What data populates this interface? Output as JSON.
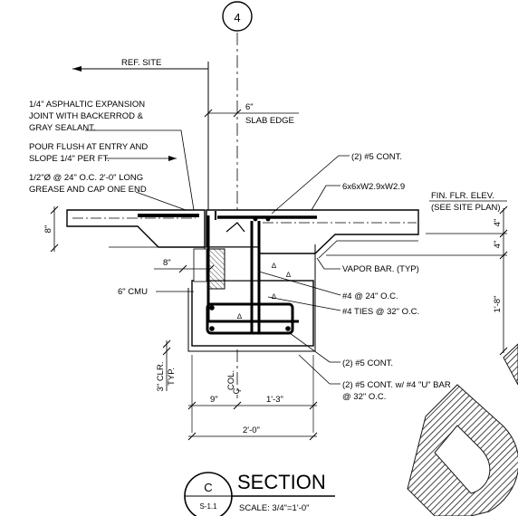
{
  "grid": {
    "bubble": "4"
  },
  "labels": {
    "ref_site": "REF. SITE",
    "expansion_1": "1/4\" ASPHALTIC EXPANSION",
    "expansion_2": "JOINT WITH BACKERROD &",
    "expansion_3": "GRAY SEALANT.",
    "pour_1": "POUR FLUSH AT ENTRY AND",
    "pour_2": "SLOPE 1/4\" PER FT.",
    "dowel_1": "1/2\"Ø @ 24\" O.C. 2'-0\" LONG",
    "dowel_2": "GREASE AND CAP ONE END",
    "slab_edge_dim": "6\"",
    "slab_edge": "SLAB EDGE",
    "cont_top": "(2) #5 CONT.",
    "mesh": "6x6xW2.9xW2.9",
    "fin_flr_1": "FIN. FLR. ELEV.",
    "fin_flr_2": "(SEE SITE PLAN)",
    "vapor": "VAPOR BAR. (TYP)",
    "cmu": "6\" CMU",
    "bars_4": "#4 @ 24\" O.C.",
    "ties_4": "#4 TIES @ 32\" O.C.",
    "cont_bottom": "(2) #5 CONT.",
    "ubar_1": "(2) #5 CONT. w/ #4 \"U\" BAR",
    "ubar_2": "@ 32\" O.C.",
    "col": "COL.",
    "clr_1": "3\" CLR.",
    "clr_2": "TYP."
  },
  "dimensions": {
    "slab_thk": "8\"",
    "cmu_width": "8\"",
    "right_top": "4\"",
    "right_mid": "4\"",
    "footing_depth": "1'-8\"",
    "left_part": "9\"",
    "right_part": "1'-3\"",
    "total_width": "2'-0\""
  },
  "title": {
    "letter": "C",
    "sheet": "S-1.1",
    "name": "SECTION",
    "scale": "SCALE: 3/4\"=1'-0\""
  }
}
